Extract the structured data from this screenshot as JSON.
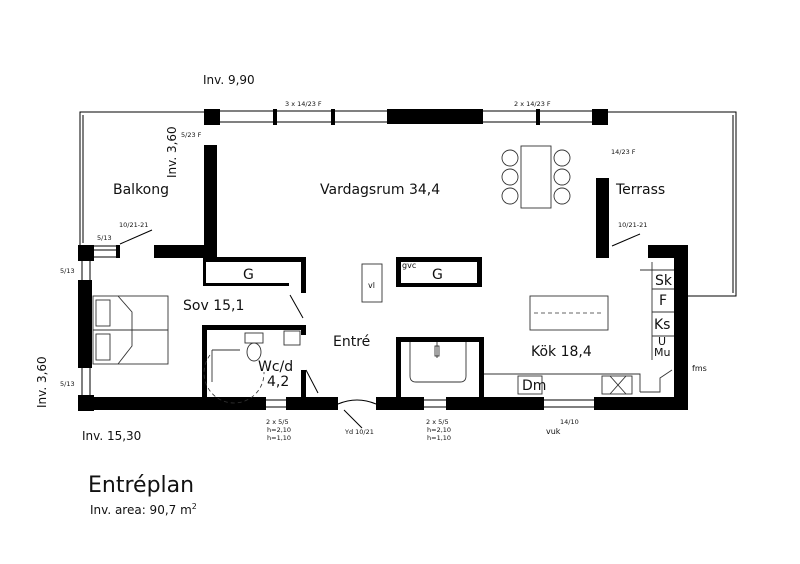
{
  "title": "Entréplan",
  "area_label": "Inv. area: 90,7 m",
  "area_superscript": "2",
  "dimensions": {
    "top": "Inv. 9,90",
    "bottom": "Inv. 15,30",
    "left_upper": "Inv. 3,60",
    "left_lower": "Inv. 3,60"
  },
  "rooms": {
    "balkong": "Balkong",
    "vardagsrum": "Vardagsrum 34,4",
    "terrass": "Terrass",
    "sov": "Sov 15,1",
    "entre": "Entré",
    "wc_name": "Wc/d",
    "wc_area": "4,2",
    "kok": "Kök 18,4"
  },
  "fixtures": {
    "garderob_1": "G",
    "garderob_2": "G",
    "gvc": "gvc",
    "vl": "vl",
    "sk": "Sk",
    "f": "F",
    "ks": "Ks",
    "u": "U",
    "mu": "Mu",
    "dm": "Dm",
    "fms": "fms",
    "vuk": "vuk"
  },
  "window_notes": {
    "top_mid": "3 x 14/23 F",
    "top_right": "2 x 14/23 F",
    "balkong_corner": "5/23 F",
    "terrass_corner": "14/23 F",
    "balkong_door": "10/21-21",
    "terrass_door": "10/21-21",
    "left_top": "5/13",
    "left_side_top": "5/13",
    "left_side_bottom": "5/13",
    "bottom_1": "2 x 5/5",
    "bottom_1_h1": "h=2,10",
    "bottom_1_h2": "h=1,10",
    "bottom_door": "Yd 10/21",
    "bottom_2": "2 x 5/5",
    "bottom_2_h1": "h=2,10",
    "bottom_2_h2": "h=1,10",
    "bottom_3": "14/10"
  }
}
